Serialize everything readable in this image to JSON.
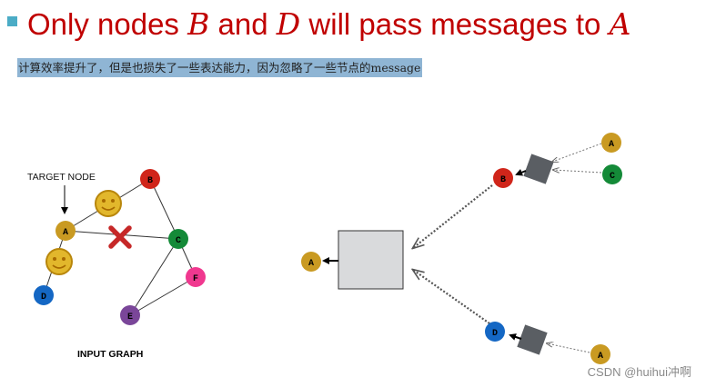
{
  "slide": {
    "title_prefix": "Only nodes ",
    "title_var1": "B",
    "title_mid": " and ",
    "title_var2": "D",
    "title_suffix": " will pass messages to ",
    "title_var3": "A",
    "note": "计算效率提升了，但是也损失了一些表达能力，因为忽略了一些节点的message"
  },
  "input_graph": {
    "caption": "INPUT GRAPH",
    "target_label": "TARGET NODE",
    "nodes": {
      "A": "A",
      "B": "B",
      "C": "C",
      "D": "D",
      "E": "E",
      "F": "F"
    }
  },
  "computation_graph": {
    "root": "A",
    "level1": [
      "B",
      "D"
    ],
    "b_neighbors": [
      "A",
      "C"
    ],
    "d_neighbors": [
      "A"
    ]
  },
  "colors": {
    "title": "#c00000",
    "bullet": "#4bacc6",
    "highlight": "#8fb5d4",
    "node_A": "#c99a22",
    "node_B": "#d0251a",
    "node_C": "#148a38",
    "node_D": "#1467c4",
    "node_E": "#7a4699",
    "node_F": "#f0388f",
    "cross": "#c62828",
    "aggregator": "#5a5e63",
    "big_box": "#d9dadc"
  },
  "icons": [
    "smiley-icon",
    "cross-icon",
    "arrow-icon"
  ],
  "watermark": "CSDN @huihui冲啊"
}
